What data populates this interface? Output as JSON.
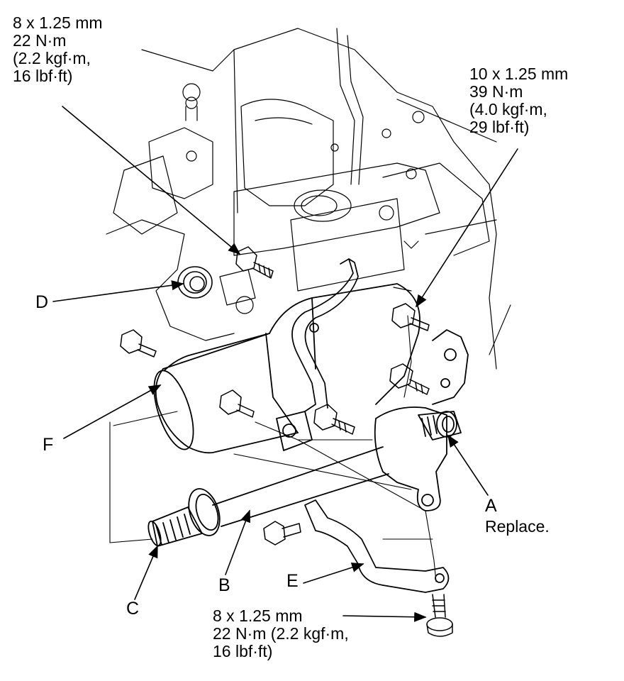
{
  "callouts": {
    "top_left": {
      "lines": [
        "8 x 1.25 mm",
        "22 N·m",
        "(2.2 kgf·m,",
        "16 lbf·ft)"
      ]
    },
    "top_right": {
      "lines": [
        "10 x 1.25 mm",
        "39 N·m",
        "(4.0 kgf·m,",
        "29 lbf·ft)"
      ]
    },
    "bottom": {
      "lines": [
        "8 x 1.25 mm",
        "22 N·m (2.2 kgf·m,",
        "16 lbf·ft)"
      ]
    }
  },
  "parts": {
    "A": {
      "letter": "A",
      "note": "Replace."
    },
    "B": {
      "letter": "B"
    },
    "C": {
      "letter": "C"
    },
    "D": {
      "letter": "D"
    },
    "E": {
      "letter": "E"
    },
    "F": {
      "letter": "F"
    }
  },
  "colors": {
    "ink": "#000000",
    "paper": "#ffffff"
  }
}
